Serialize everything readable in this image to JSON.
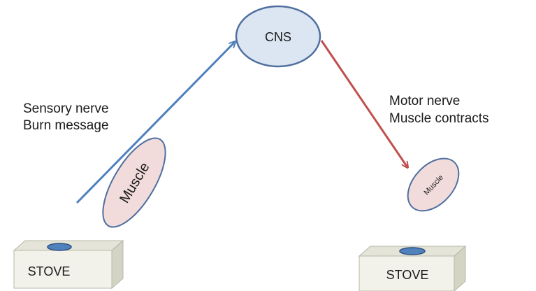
{
  "cns": {
    "label": "CNS"
  },
  "sensory": {
    "line1": "Sensory nerve",
    "line2": "Burn message"
  },
  "motor": {
    "line1": "Motor nerve",
    "line2": "Muscle contracts"
  },
  "muscle_left": {
    "label": "Muscle"
  },
  "muscle_right": {
    "label": "Muscle"
  },
  "stove_left": {
    "label": "STOVE"
  },
  "stove_right": {
    "label": "STOVE"
  },
  "colors": {
    "cns_fill": "#dce6f2",
    "cns_stroke": "#4f6fa0",
    "sensory_arrow": "#4f81bd",
    "motor_arrow": "#c0504d",
    "muscle_fill": "#f2dcdb",
    "muscle_stroke": "#4f6fa0",
    "stove_front": "#f2f2ea",
    "stove_top": "#e4e4d8",
    "stove_side": "#d4d4c4",
    "burner": "#4f81bd"
  }
}
